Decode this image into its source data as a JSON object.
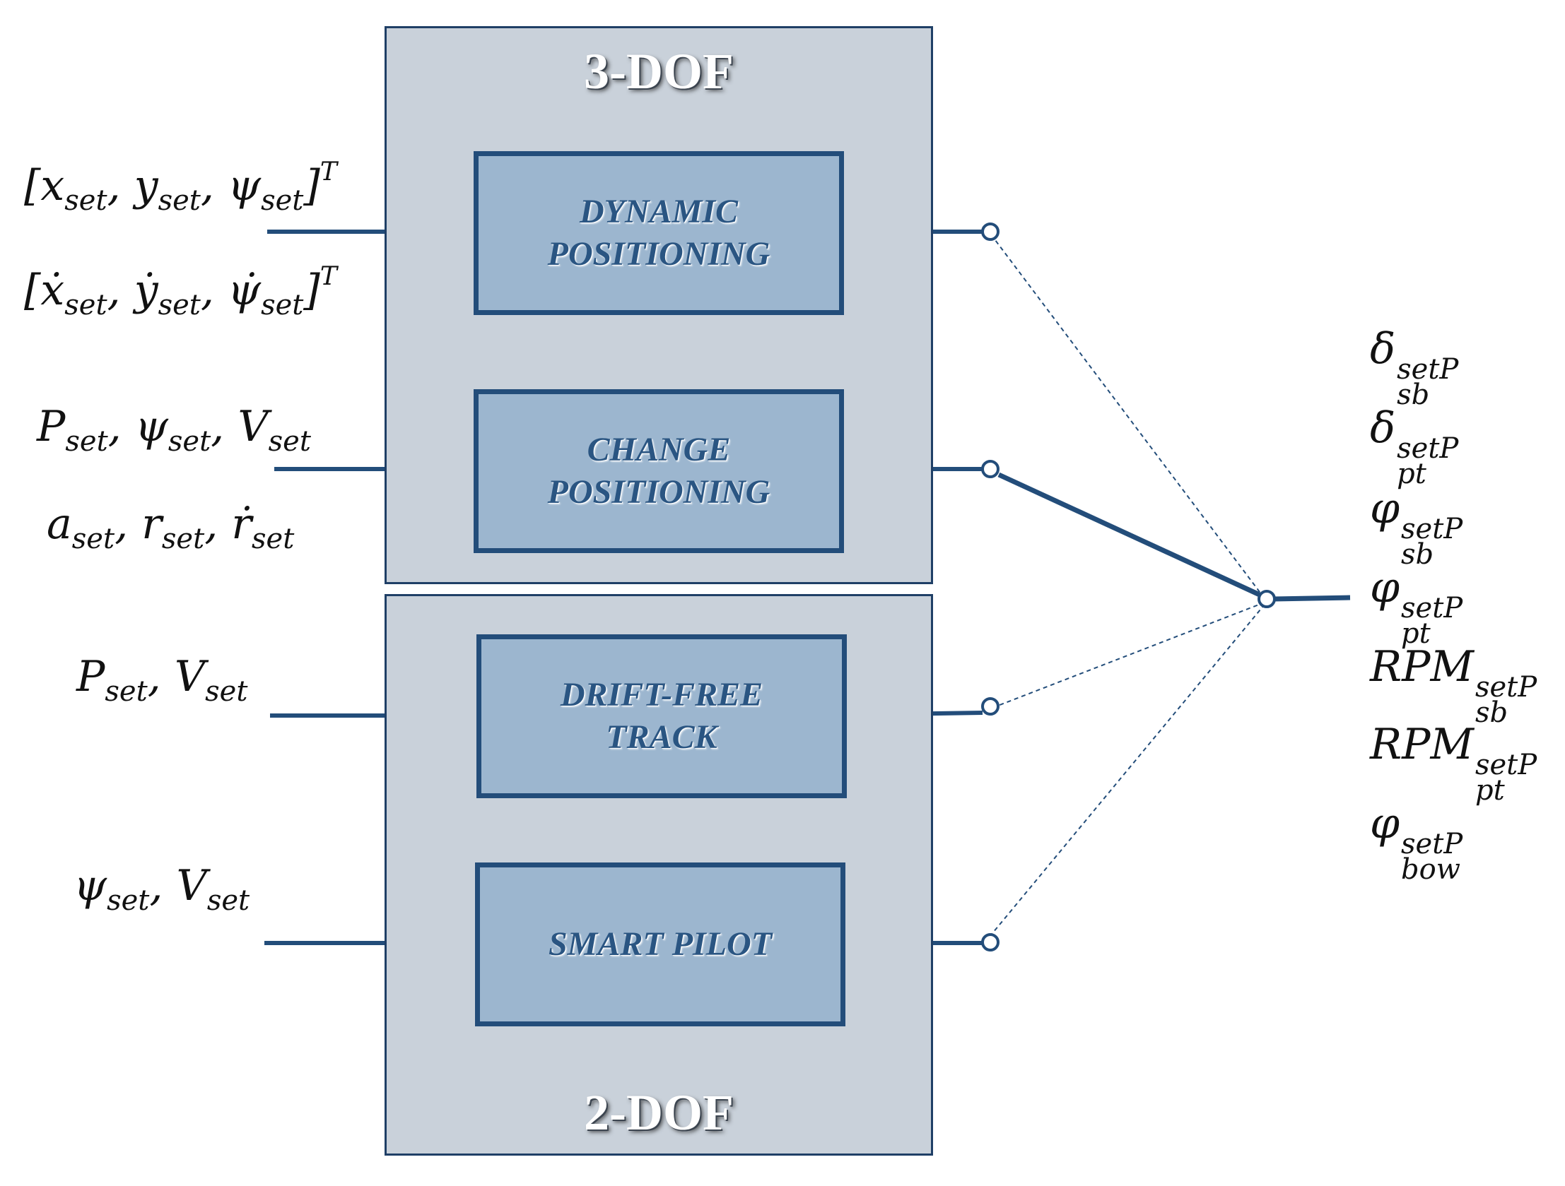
{
  "groups": {
    "top_label": "3-DOF",
    "bottom_label": "2-DOF"
  },
  "blocks": {
    "dynamic_positioning": [
      "DYNAMIC",
      "POSITIONING"
    ],
    "change_positioning": [
      "CHANGE",
      "POSITIONING"
    ],
    "drift_free_track": [
      "DRIFT-FREE",
      "TRACK"
    ],
    "smart_pilot": [
      "SMART PILOT"
    ]
  },
  "inputs": {
    "dp_line1": {
      "base": [
        "x",
        "y",
        "ψ"
      ],
      "sub": "set",
      "close": "]",
      "sup": "T"
    },
    "dp_line2": {
      "base": [
        "ẋ",
        "ẏ",
        "ψ̇"
      ],
      "sub": "set",
      "close": "]",
      "sup": "T"
    },
    "cp_line1": {
      "base": [
        "P",
        "ψ",
        "V"
      ],
      "sub": "set"
    },
    "cp_line2": {
      "base": [
        "a",
        "r",
        "ṙ"
      ],
      "sub": "set"
    },
    "dft_line": {
      "base": [
        "P",
        "V"
      ],
      "sub": "set"
    },
    "sp_line": {
      "base": [
        "ψ",
        "V"
      ],
      "sub": "set"
    }
  },
  "outputs": [
    {
      "base": "δ",
      "sup": "setP",
      "sub": "sb"
    },
    {
      "base": "δ",
      "sup": "setP",
      "sub": "pt"
    },
    {
      "base": "φ",
      "sup": "setP",
      "sub": "sb"
    },
    {
      "base": "φ",
      "sup": "setP",
      "sub": "pt"
    },
    {
      "base": "RPM",
      "sup": "setP",
      "sub": "sb"
    },
    {
      "base": "RPM",
      "sup": "setP",
      "sub": "pt"
    },
    {
      "base": "φ",
      "sup": "setP",
      "sub": "bow"
    }
  ],
  "colors": {
    "line": "#234d7a",
    "group_fill": "#c9d1da",
    "block_fill": "#9cb6cf"
  }
}
